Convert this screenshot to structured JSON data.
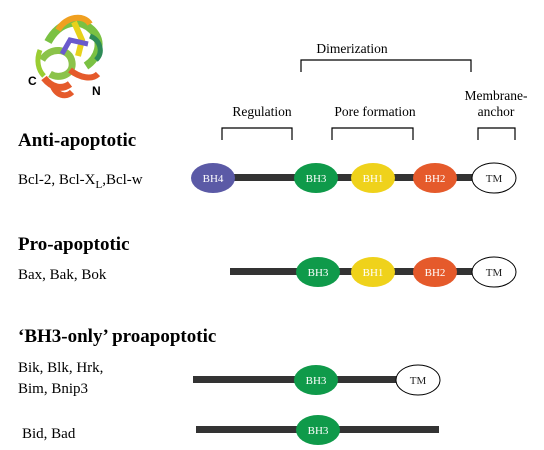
{
  "labels": {
    "dimerization": "Dimerization",
    "regulation": "Regulation",
    "pore_formation": "Pore formation",
    "membrane_anchor_1": "Membrane-",
    "membrane_anchor_2": "anchor",
    "structure_c": "C",
    "structure_n": "N"
  },
  "groups": {
    "anti": {
      "heading": "Anti-apoptotic",
      "members": "Bcl-2, Bcl-X",
      "members_sub": "L",
      "members_tail": ",Bcl-w"
    },
    "pro": {
      "heading": "Pro-apoptotic",
      "members": "Bax, Bak, Bok"
    },
    "bh3only": {
      "heading": "‘BH3-only’ proapoptotic",
      "members_line1": "Bik, Blk, Hrk,",
      "members_line2": "Bim, Bnip3",
      "members_row2": "Bid, Bad"
    }
  },
  "domains": {
    "bh4": "BH4",
    "bh3": "BH3",
    "bh1": "BH1",
    "bh2": "BH2",
    "tm": "TM"
  },
  "colors": {
    "bh4": "#5b5aa6",
    "bh3": "#0f9a4a",
    "bh1": "#efd21b",
    "bh2": "#e55a2b",
    "tm": "#ffffff",
    "bar": "#333333"
  }
}
